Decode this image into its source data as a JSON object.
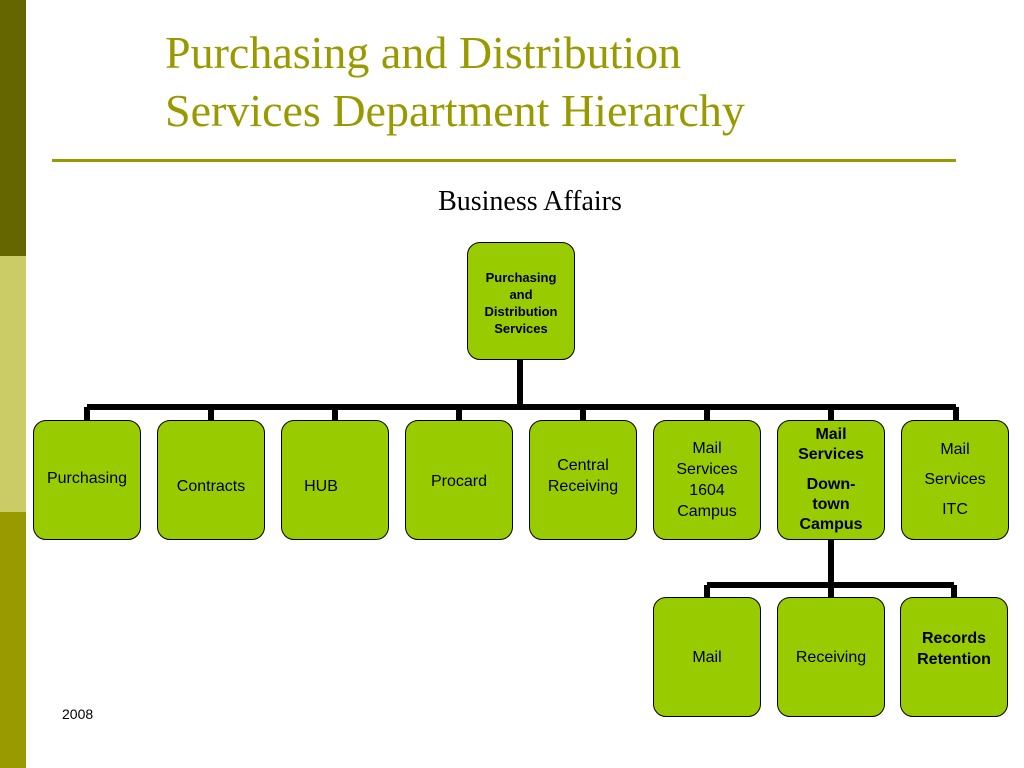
{
  "slide": {
    "title_line1": "Purchasing and Distribution",
    "title_line2": "Services Department Hierarchy",
    "subtitle": "Business Affairs",
    "footer_year": "2008"
  },
  "org": {
    "root": {
      "lines": [
        "Purchasing",
        "and",
        "Distribution",
        "Services"
      ]
    },
    "level2": [
      {
        "id": "purchasing",
        "lines": [
          "Purchasing"
        ]
      },
      {
        "id": "contracts",
        "lines": [
          "Contracts"
        ]
      },
      {
        "id": "hub",
        "lines": [
          "HUB"
        ]
      },
      {
        "id": "procard",
        "lines": [
          "Procard"
        ]
      },
      {
        "id": "central-receiving",
        "lines": [
          "Central",
          "Receiving"
        ]
      },
      {
        "id": "mail-services-1604",
        "lines": [
          "Mail",
          "Services",
          "1604",
          "Campus"
        ]
      },
      {
        "id": "mail-services-downtown",
        "lines": [
          "Mail",
          "Services",
          "Down-",
          "town",
          "Campus"
        ]
      },
      {
        "id": "mail-services-itc",
        "lines": [
          "Mail",
          "Services",
          "ITC"
        ]
      }
    ],
    "level3": [
      {
        "id": "mail",
        "lines": [
          "Mail"
        ]
      },
      {
        "id": "receiving",
        "lines": [
          "Receiving"
        ]
      },
      {
        "id": "records-retention",
        "lines": [
          "Records",
          "Retention"
        ]
      }
    ]
  },
  "colors": {
    "accent": "#999900",
    "box_fill": "#99cc00",
    "sidebar_dark": "#666600",
    "sidebar_light": "#cccc66"
  }
}
